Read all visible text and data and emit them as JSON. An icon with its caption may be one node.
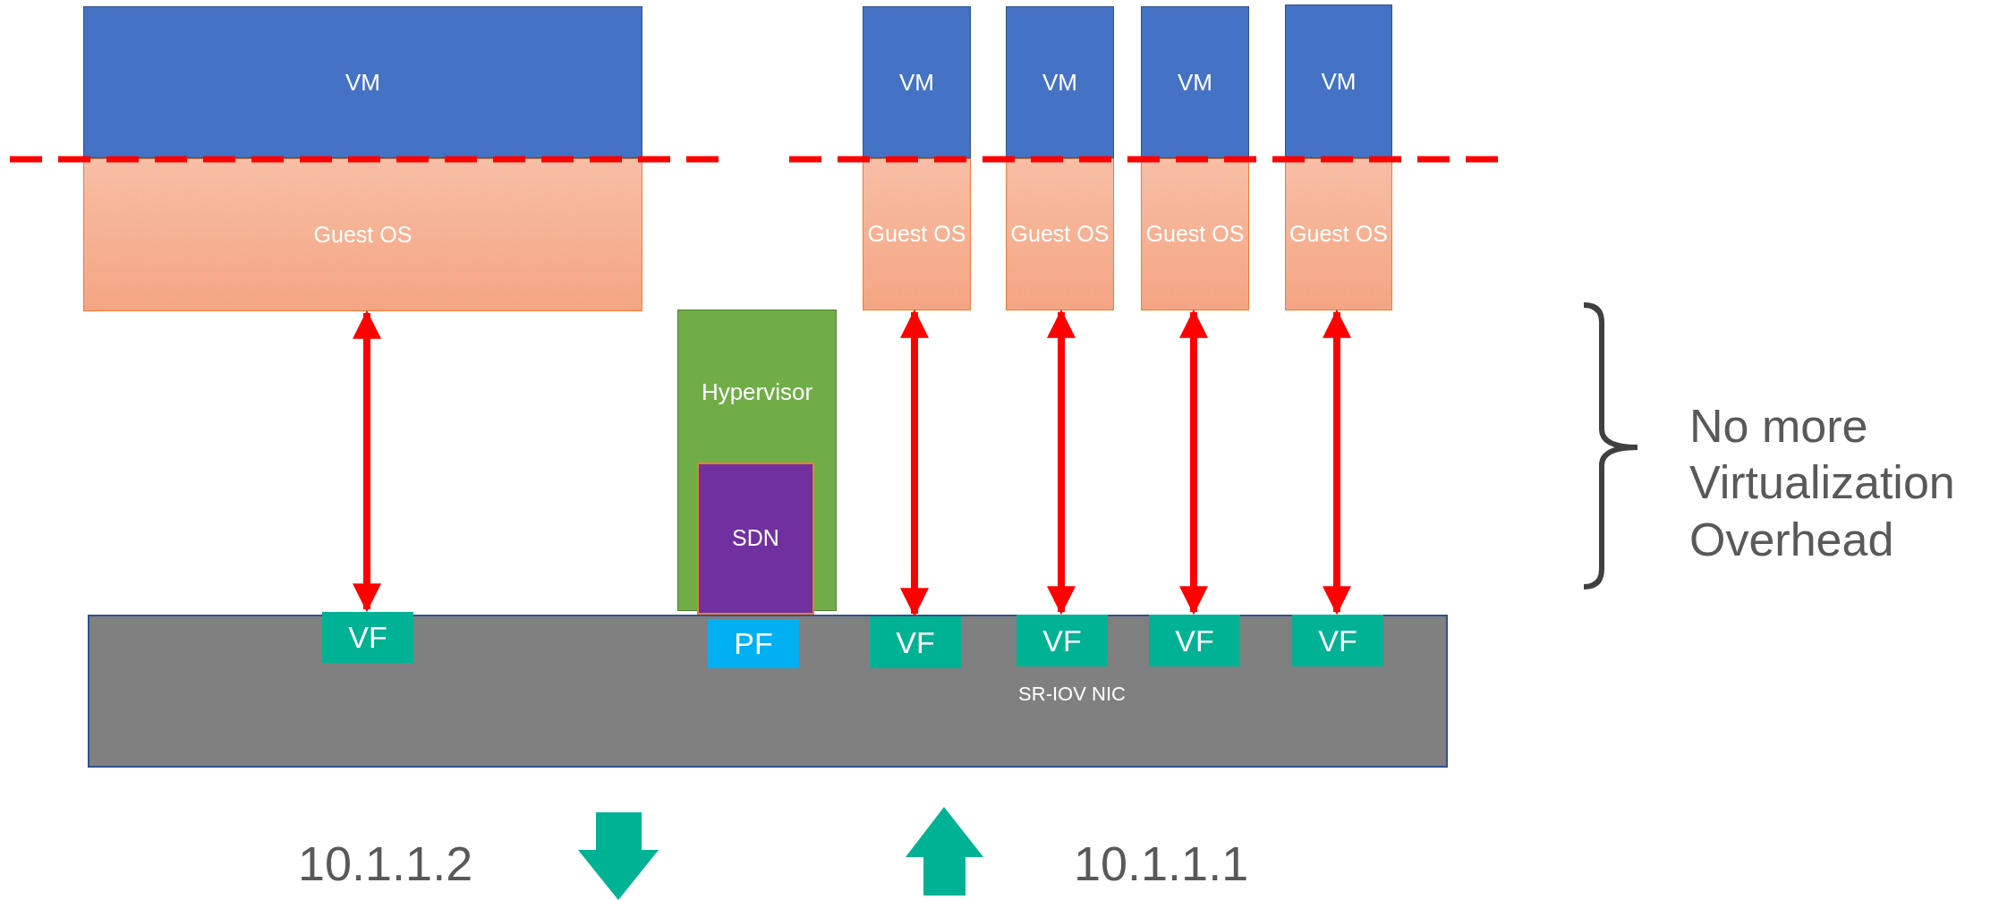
{
  "diagram": {
    "nodes": [
      {
        "text": [
          "VM"
        ]
      },
      {
        "text": [
          "Guest OS"
        ]
      },
      {
        "text": [
          "VM"
        ]
      },
      {
        "text": [
          "Guest OS"
        ]
      },
      {
        "text": [
          "VM"
        ]
      },
      {
        "text": [
          "Guest OS"
        ]
      },
      {
        "text": [
          "VM"
        ]
      },
      {
        "text": [
          "Guest OS"
        ]
      },
      {
        "text": [
          "VM"
        ]
      },
      {
        "text": [
          "Guest OS"
        ]
      },
      {
        "text": [
          "Hypervisor"
        ]
      },
      {
        "text": [
          "SDN"
        ],
        "in": 10
      },
      {
        "text": [
          "SR-IOV NIC"
        ]
      },
      {
        "text": [
          "VF"
        ],
        "in": 12
      },
      {
        "text": [
          "PF"
        ],
        "in": 12
      },
      {
        "text": [
          "VF"
        ],
        "in": 12
      },
      {
        "text": [
          "VF"
        ],
        "in": 12
      },
      {
        "text": [
          "VF"
        ],
        "in": 12
      },
      {
        "text": [
          "VF"
        ],
        "in": 12
      }
    ],
    "edges": [
      {
        "from": 1,
        "to": 13,
        "arrow": "both"
      },
      {
        "from": 3,
        "to": 15,
        "arrow": "both"
      },
      {
        "from": 5,
        "to": 16,
        "arrow": "both"
      },
      {
        "from": 7,
        "to": 17,
        "arrow": "both"
      },
      {
        "from": 9,
        "to": 18,
        "arrow": "both"
      }
    ],
    "labels": [
      "No more Virtualization Overhead",
      "10.1.1.2",
      "10.1.1.1"
    ]
  }
}
